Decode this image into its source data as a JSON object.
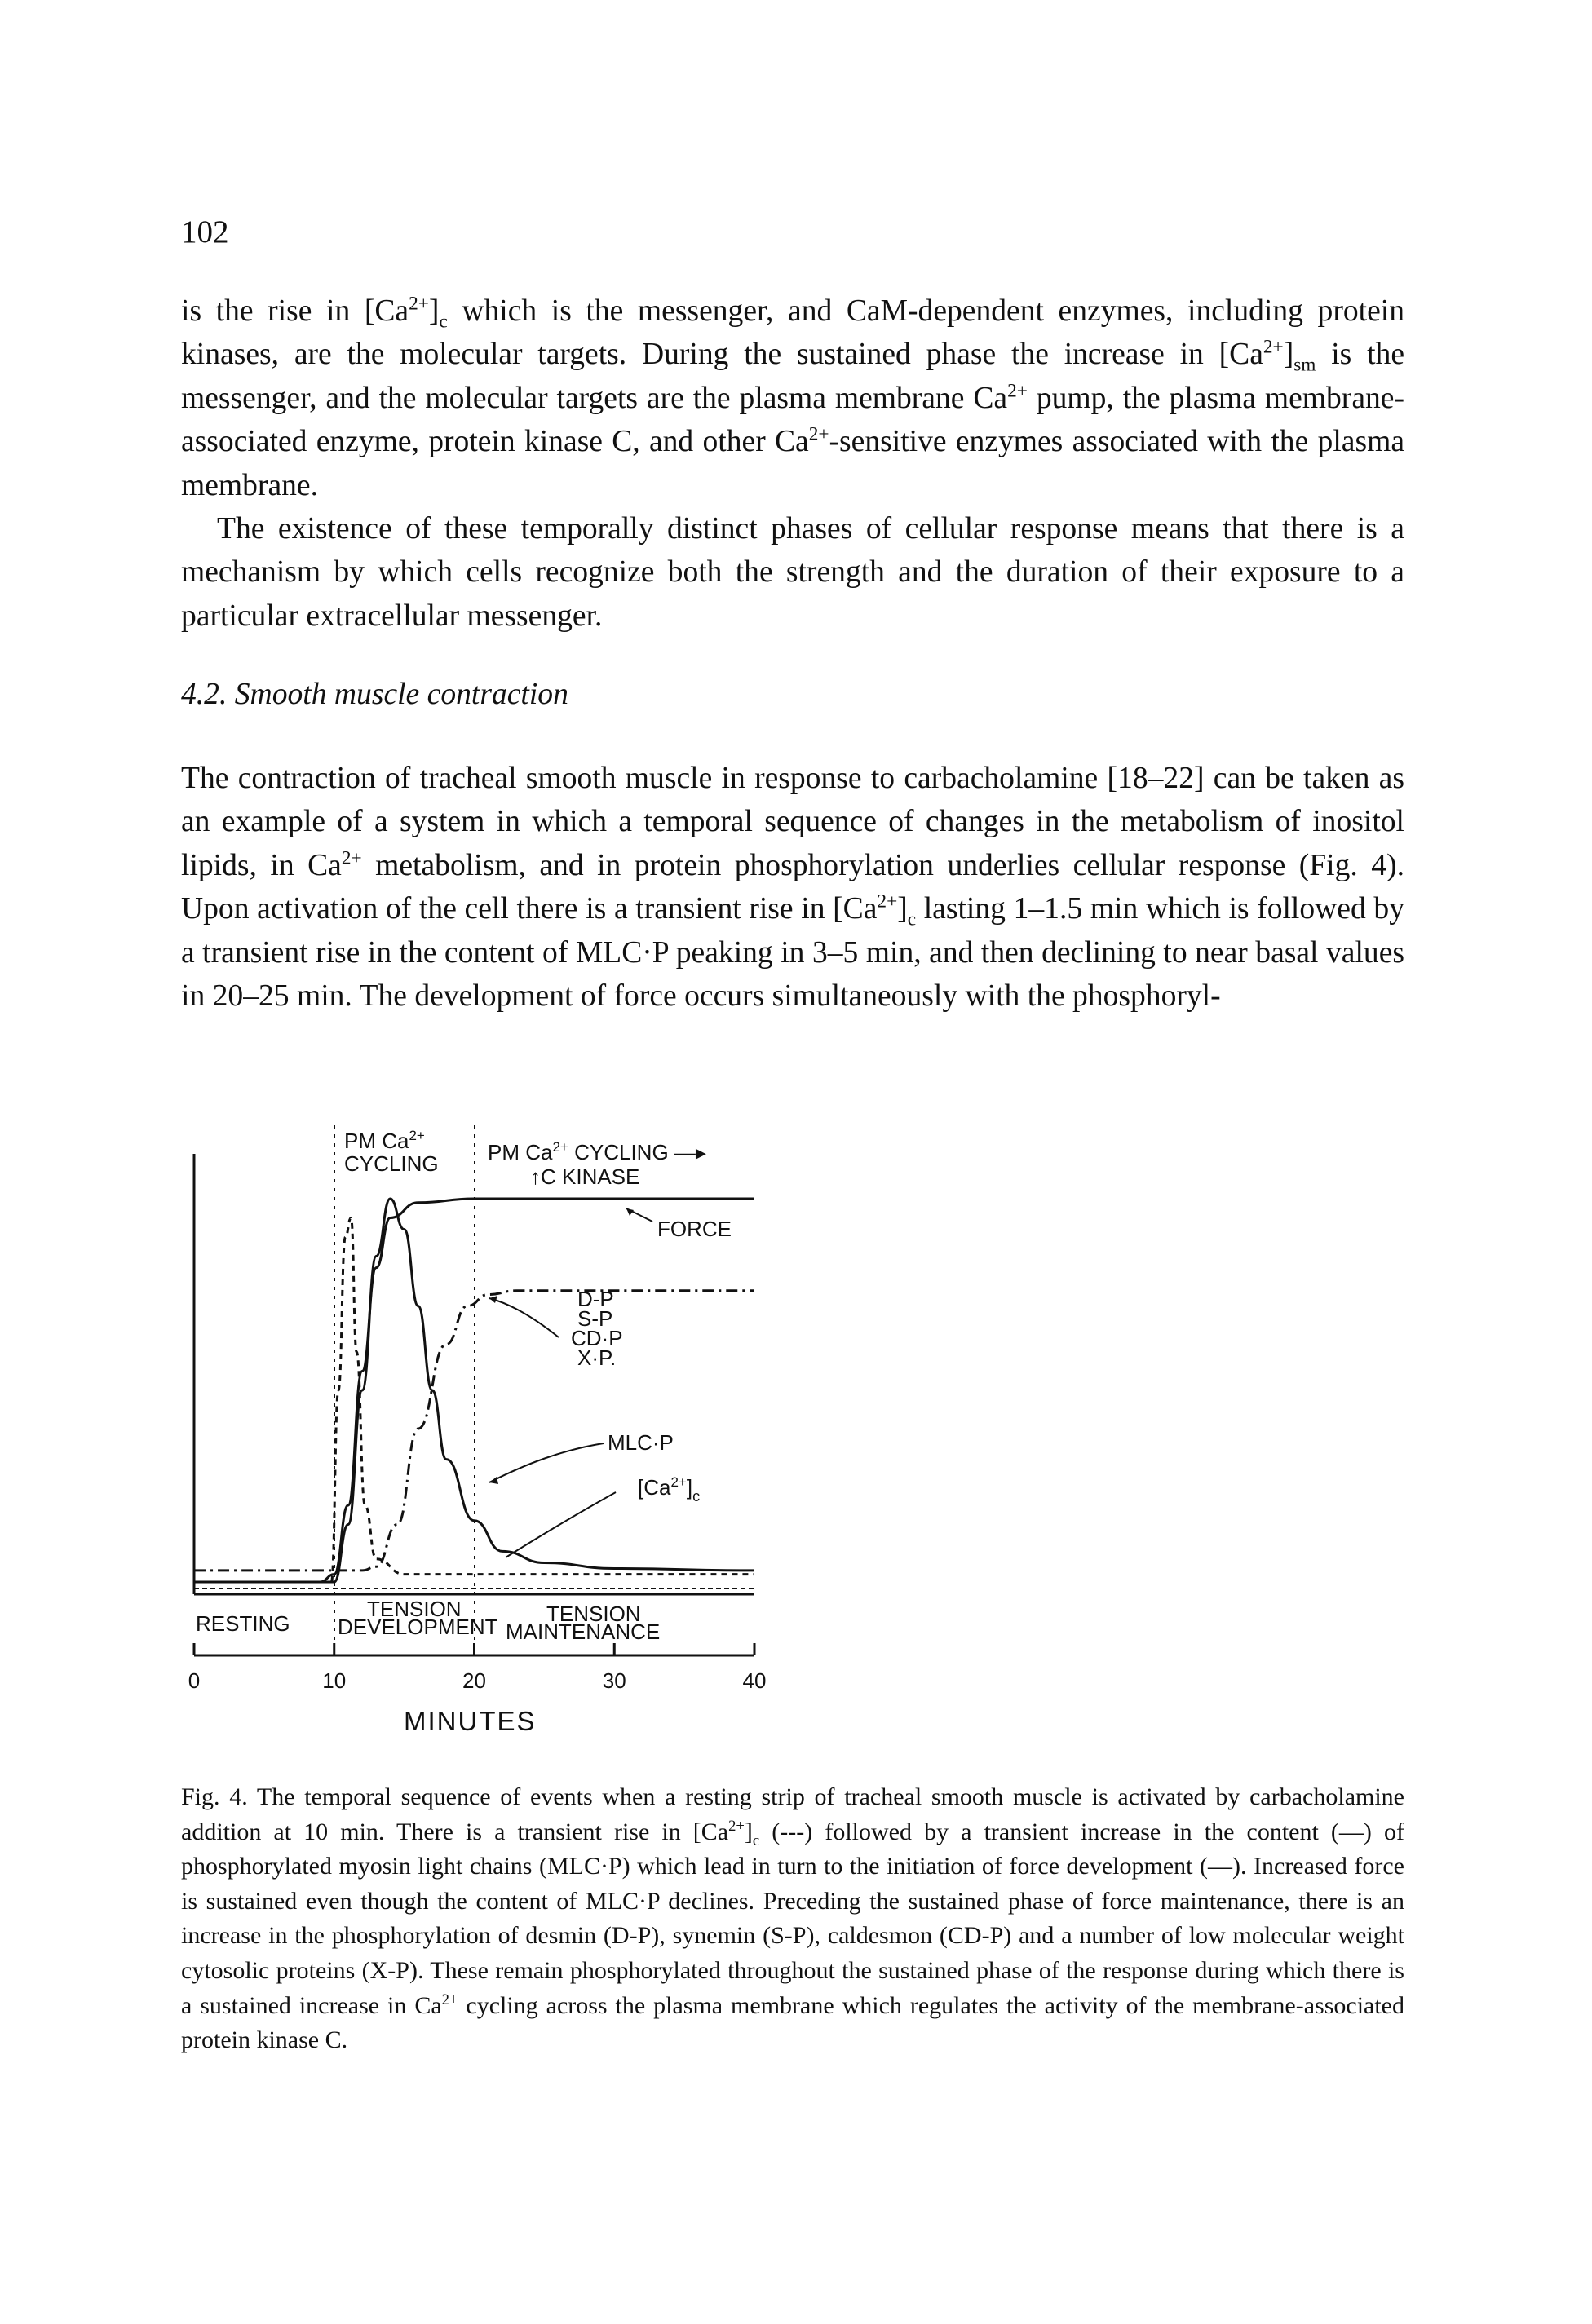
{
  "page_number": "102",
  "paragraph1": [
    {
      "t": "is the rise in [Ca"
    },
    {
      "sup": "2+"
    },
    {
      "t": "]"
    },
    {
      "sub": "c"
    },
    {
      "t": " which is the messenger, and CaM-dependent enzymes, including protein kinases, are the molecular targets. During the sustained phase the increase in [Ca"
    },
    {
      "sup": "2+"
    },
    {
      "t": "]"
    },
    {
      "sub": "sm"
    },
    {
      "t": " is the messenger, and the molecular targets are the plasma membrane Ca"
    },
    {
      "sup": "2+"
    },
    {
      "t": " pump, the plasma membrane-associated enzyme, protein kinase C, and other Ca"
    },
    {
      "sup": "2+"
    },
    {
      "t": "-sensitive enzymes associated with the plasma membrane."
    }
  ],
  "paragraph2": "The existence of these temporally distinct phases of cellular response means that there is a mechanism by which cells recognize both the strength and the duration of their exposure to a particular extracellular messenger.",
  "section_heading": "4.2. Smooth muscle contraction",
  "paragraph3": [
    {
      "t": "The contraction of tracheal smooth muscle in response to carbacholamine [18–22] can be taken as an example of a system in which a temporal sequence of changes in the metabolism of inositol lipids, in Ca"
    },
    {
      "sup": "2+"
    },
    {
      "t": " metabolism, and in protein phosphorylation underlies cellular response (Fig. 4). Upon activation of the cell there is a transient rise in [Ca"
    },
    {
      "sup": "2+"
    },
    {
      "t": "]"
    },
    {
      "sub": "c"
    },
    {
      "t": " lasting 1–1.5 min which is followed by a transient rise in the content of MLC·P peaking in 3–5 min, and then declining to near basal values in 20–25 min. The development of force occurs simultaneously with the phosphoryl-"
    }
  ],
  "figure": {
    "label_pm_cycling_line1": "PM Ca",
    "label_pm_cycling_sup": "2+",
    "label_pm_cycling_line2": "CYCLING",
    "label_pm_kinase_line1": "PM Ca",
    "label_pm_kinase_sup": "2+",
    "label_pm_kinase_line1b": " CYCLING —▸",
    "label_pm_kinase_line2": "↑C KINASE",
    "label_force": "FORCE",
    "label_phospho": [
      "D-P",
      "S-P",
      "CD·P",
      "X·P."
    ],
    "label_mlcp": "MLC·P",
    "label_ca_main": "[Ca",
    "label_ca_sup": "2+",
    "label_ca_close": "]",
    "label_ca_sub": "c",
    "phase_resting": "RESTING",
    "phase_development_1": "TENSION",
    "phase_development_2": "DEVELOPMENT",
    "phase_maintenance_1": "TENSION",
    "phase_maintenance_2": "MAINTENANCE",
    "x_ticks": [
      "0",
      "10",
      "20",
      "30",
      "40"
    ],
    "x_axis_title": "MINUTES",
    "x_range": [
      0,
      40
    ],
    "curves": {
      "force_solid": {
        "style": "solid",
        "points": [
          [
            0,
            0.0
          ],
          [
            9,
            0.0
          ],
          [
            10,
            0.02
          ],
          [
            11,
            0.2
          ],
          [
            12,
            0.55
          ],
          [
            13,
            0.82
          ],
          [
            14,
            0.95
          ],
          [
            16,
            0.99
          ],
          [
            20,
            1.0
          ],
          [
            40,
            1.0
          ]
        ]
      },
      "mlcp_solid": {
        "style": "solid",
        "points": [
          [
            0,
            0.0
          ],
          [
            10,
            0.0
          ],
          [
            11,
            0.15
          ],
          [
            12,
            0.5
          ],
          [
            13,
            0.85
          ],
          [
            14,
            1.0
          ],
          [
            15,
            0.92
          ],
          [
            16,
            0.72
          ],
          [
            17,
            0.5
          ],
          [
            18,
            0.32
          ],
          [
            20,
            0.16
          ],
          [
            22,
            0.08
          ],
          [
            25,
            0.05
          ],
          [
            30,
            0.035
          ],
          [
            40,
            0.03
          ]
        ]
      },
      "ca_dashed": {
        "style": "dashed",
        "points": [
          [
            0,
            0.0
          ],
          [
            9.8,
            0.0
          ],
          [
            10.3,
            0.5
          ],
          [
            10.8,
            0.9
          ],
          [
            11.2,
            0.95
          ],
          [
            11.6,
            0.6
          ],
          [
            12.2,
            0.2
          ],
          [
            13,
            0.06
          ],
          [
            15,
            0.02
          ],
          [
            40,
            0.02
          ]
        ]
      },
      "phospho_dashdot": {
        "style": "dash-dot",
        "points": [
          [
            0,
            0.03
          ],
          [
            12,
            0.03
          ],
          [
            13,
            0.04
          ],
          [
            14.5,
            0.15
          ],
          [
            16,
            0.4
          ],
          [
            18,
            0.62
          ],
          [
            19.5,
            0.72
          ],
          [
            21,
            0.75
          ],
          [
            23,
            0.76
          ],
          [
            40,
            0.76
          ]
        ]
      }
    }
  },
  "caption": [
    {
      "t": "Fig. 4. The temporal sequence of events when a resting strip of tracheal smooth muscle is activated by carbacholamine addition at 10 min. There is a transient rise in [Ca"
    },
    {
      "sup": "2+"
    },
    {
      "t": "]"
    },
    {
      "sub": "c"
    },
    {
      "t": " (---) followed by a transient increase in the content (—) of phosphorylated myosin light chains (MLC·P) which lead in turn to the initiation of force development (—). Increased force is sustained even though the content of MLC·P declines. Preceding the sustained phase of force maintenance, there is an increase in the phosphorylation of desmin (D-P), synemin (S-P), caldesmon (CD-P) and a number of low molecular weight cytosolic proteins (X-P). These remain phosphorylated throughout the sustained phase of the response during which there is a sustained increase in Ca"
    },
    {
      "sup": "2+"
    },
    {
      "t": " cycling across the plasma membrane which regulates the activity of the membrane-associated protein kinase C."
    }
  ]
}
